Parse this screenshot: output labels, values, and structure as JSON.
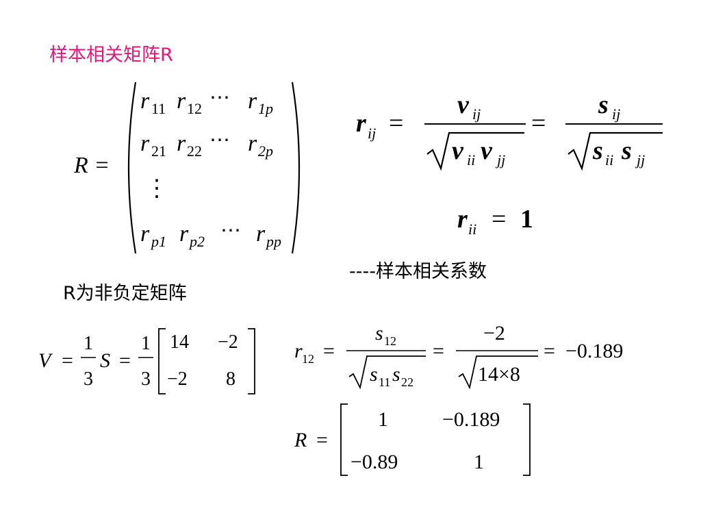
{
  "slide": {
    "title": "样本相关矩阵R",
    "note_correlation": "----样本相关系数",
    "note_nonneg": "R为非负定矩阵"
  },
  "matrix_R": {
    "lhs": "R =",
    "row1": [
      "r",
      "11",
      "r",
      "12",
      "⋯",
      "r",
      "1p"
    ],
    "row2": [
      "r",
      "21",
      "r",
      "22",
      "⋯",
      "r",
      "2p"
    ],
    "vdots": "⋮",
    "row4": [
      "r",
      "p1",
      "r",
      "p2",
      "⋯",
      "r",
      "pp"
    ]
  },
  "formula_rij": {
    "lhs_sym": "r",
    "lhs_sub": "ij",
    "eq": "=",
    "num1_sym": "v",
    "num1_sub": "ij",
    "den1_a": "v",
    "den1_a_sub": "ii",
    "den1_b": "v",
    "den1_b_sub": "jj",
    "num2_sym": "s",
    "num2_sub": "ij",
    "den2_a": "s",
    "den2_a_sub": "ii",
    "den2_b": "s",
    "den2_b_sub": "jj"
  },
  "formula_rii": {
    "sym": "r",
    "sub": "ii",
    "eq": "=",
    "value": "1"
  },
  "formula_V": {
    "lhs": "V",
    "eq": "=",
    "frac_num": "1",
    "frac_den": "3",
    "S": "S",
    "m11": "14",
    "m12": "−2",
    "m21": "−2",
    "m22": "8"
  },
  "formula_r12": {
    "lhs": "r",
    "lhs_sub": "12",
    "eq": "=",
    "num": "s",
    "num_sub": "12",
    "den_a": "s",
    "den_a_sub": "11",
    "den_b": "s",
    "den_b_sub": "22",
    "num2": "−2",
    "den2": "14×8",
    "result": "−0.189"
  },
  "matrix_R_result": {
    "lhs": "R",
    "eq": "=",
    "m11": "1",
    "m12": "−0.189",
    "m21": "−0.89",
    "m22": "1"
  }
}
